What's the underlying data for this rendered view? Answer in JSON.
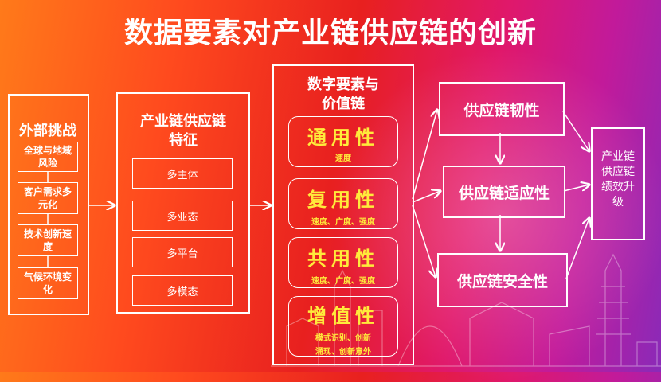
{
  "title": "数据要素对产业链供应链的创新",
  "col1": {
    "heading": "外部挑战",
    "items": [
      "全球与地域风险",
      "客户需求多元化",
      "技术创新速度",
      "气候环境变化"
    ]
  },
  "col2": {
    "heading_line1": "产业链供应链",
    "heading_line2": "特征",
    "items": [
      "多主体",
      "多业态",
      "多平台",
      "多模态"
    ]
  },
  "col3": {
    "heading_line1": "数字要素与",
    "heading_line2": "价值链",
    "items": [
      {
        "main": "通用性",
        "sub1": "速度",
        "sub2": ""
      },
      {
        "main": "复用性",
        "sub1": "速度、广度、强度",
        "sub2": ""
      },
      {
        "main": "共用性",
        "sub1": "速度、广度、强度",
        "sub2": ""
      },
      {
        "main": "增值性",
        "sub1": "模式识别、创新",
        "sub2": "涌现、创新意外"
      }
    ]
  },
  "col4": {
    "items": [
      "供应链韧性",
      "供应链适应性",
      "供应链安全性"
    ]
  },
  "col5": {
    "text": "产业链供应链绩效升级"
  },
  "colors": {
    "accent_text": "#ffeb3b",
    "line": "#ffffff"
  }
}
